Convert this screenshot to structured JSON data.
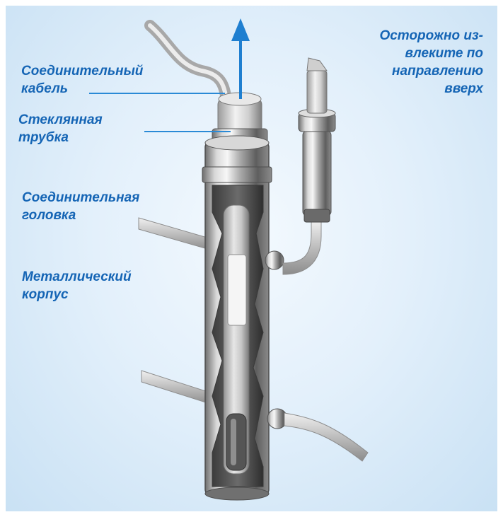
{
  "figure": {
    "labels": {
      "connecting_cable": [
        "Соединительный",
        "кабель"
      ],
      "glass_tube": [
        "Стеклянная",
        "трубка"
      ],
      "connecting_head": [
        "Соединительная",
        "головка"
      ],
      "metal_housing": [
        "Металлический",
        "корпус"
      ],
      "instruction": [
        "Осторожно из-",
        "влеките по",
        "направлению",
        "вверх"
      ]
    },
    "colors": {
      "label_text": "#1565b5",
      "arrow": "#1f7fd0",
      "leader_lines": "#2a8ad6",
      "background": "#dcebf8"
    }
  }
}
